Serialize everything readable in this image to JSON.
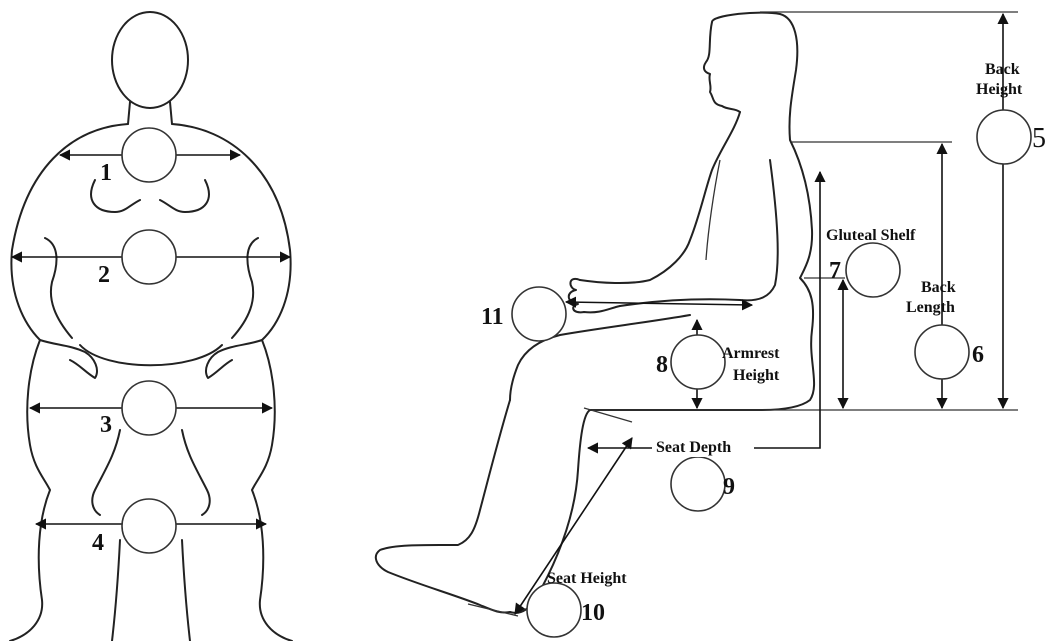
{
  "front_view": {
    "points": [
      {
        "number": "1"
      },
      {
        "number": "2"
      },
      {
        "number": "3"
      },
      {
        "number": "4"
      }
    ]
  },
  "side_view": {
    "labels": {
      "back_height_line1": "Back",
      "back_height_line2": "Height",
      "gluteal_shelf": "Gluteal Shelf",
      "back_length_line1": "Back",
      "back_length_line2": "Length",
      "armrest_height_line1": "Armrest",
      "armrest_height_line2": "Height",
      "seat_depth": "Seat Depth",
      "seat_height": "Seat Height"
    },
    "points": {
      "p5": "5",
      "p6": "6",
      "p7": "7",
      "p8": "8",
      "p9": "9",
      "p10": "10",
      "p11": "11"
    }
  }
}
